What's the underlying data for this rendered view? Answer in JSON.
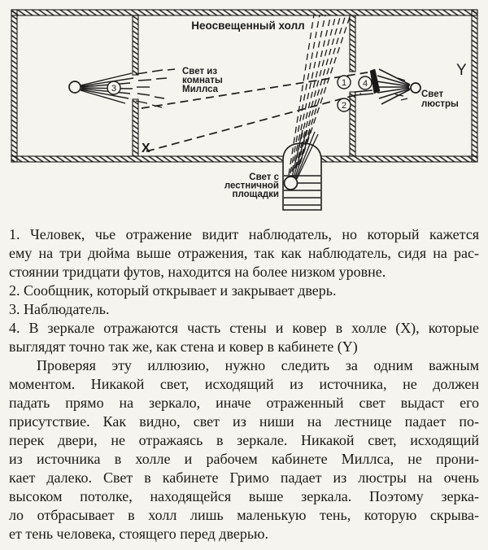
{
  "colors": {
    "paper": "#f5f4ef",
    "ink": "#1c1c1c"
  },
  "diagram": {
    "labels": {
      "hall": "Неосвещенный холл",
      "mills_l1": "Свет из",
      "mills_l2": "комнаты",
      "mills_l3": "Миллса",
      "chandelier_l1": "Свет",
      "chandelier_l2": "люстры",
      "stairs_l1": "Свет с",
      "stairs_l2": "лестничной",
      "stairs_l3": "площадки",
      "mark_x": "X",
      "mark_y": "Y"
    },
    "markers": {
      "m1": "1",
      "m2": "2",
      "m3": "3",
      "m4": "4"
    }
  },
  "text_block": {
    "lines": [
      {
        "t": "1. Человек, чье отражение видит наблюдатель, но который кажется",
        "fill": true,
        "indent": false
      },
      {
        "t": "ему на три дюйма выше отражения, так как наблюдатель, сидя на рас-",
        "fill": true,
        "indent": false
      },
      {
        "t": "стоянии тридцати футов, находится на более низком уровне.",
        "fill": false,
        "indent": false
      },
      {
        "t": "2. Сообщник, который открывает и закрывает дверь.",
        "fill": false,
        "indent": false
      },
      {
        "t": "3. Наблюдатель.",
        "fill": false,
        "indent": false
      },
      {
        "t": "4. В зеркале отражаются часть стены и ковер в холле (X), которые",
        "fill": true,
        "indent": false
      },
      {
        "t": "выглядят точно так же, как стена и ковер в кабинете (Y)",
        "fill": false,
        "indent": false
      },
      {
        "t": "Проверяя эту иллюзию, нужно следить за одним важным",
        "fill": true,
        "indent": true
      },
      {
        "t": "моментом. Никакой свет, исходящий из источника, не должен",
        "fill": true,
        "indent": false
      },
      {
        "t": "падать прямо на зеркало, иначе отраженный свет выдаст его",
        "fill": true,
        "indent": false
      },
      {
        "t": "присутствие. Как видно, свет из ниши на лестнице падает по-",
        "fill": true,
        "indent": false
      },
      {
        "t": "перек двери, не отражаясь в зеркале. Никакой свет, исходящий",
        "fill": true,
        "indent": false
      },
      {
        "t": "из источника в холле и рабочем кабинете Миллса, не прони-",
        "fill": true,
        "indent": false
      },
      {
        "t": "кает далеко. Свет в кабинете Гримо падает из люстры на очень",
        "fill": true,
        "indent": false
      },
      {
        "t": "высоком потолке, находящейся выше зеркала. Поэтому зерка-",
        "fill": true,
        "indent": false
      },
      {
        "t": "ло отбрасывает в холл лишь маленькую тень, которую скрыва-",
        "fill": true,
        "indent": false
      },
      {
        "t": "ет тень человека, стоящего перед дверью.",
        "fill": false,
        "indent": false
      }
    ]
  }
}
